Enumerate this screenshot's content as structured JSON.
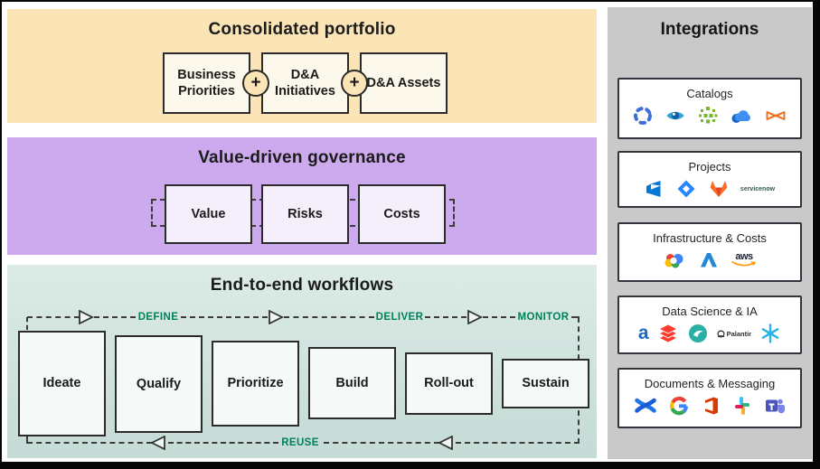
{
  "portfolio": {
    "title": "Consolidated portfolio",
    "plus": "+",
    "boxes": [
      "Business Priorities",
      "D&A Initiatives",
      "D&A Assets"
    ]
  },
  "governance": {
    "title": "Value-driven governance",
    "boxes": [
      "Value",
      "Risks",
      "Costs"
    ]
  },
  "workflows": {
    "title": "End-to-end workflows",
    "phases": [
      "DEFINE",
      "DELIVER",
      "MONITOR"
    ],
    "reuse": "REUSE",
    "stages": [
      "Ideate",
      "Qualify",
      "Prioritize",
      "Build",
      "Roll-out",
      "Sustain"
    ]
  },
  "integrations": {
    "title": "Integrations",
    "cards": [
      {
        "title": "Catalogs",
        "icons": [
          {
            "name": "collibra-icon"
          },
          {
            "name": "data-eye-icon"
          },
          {
            "name": "green-grid-icon"
          },
          {
            "name": "blue-cloud-icon"
          },
          {
            "name": "orange-bowtie-icon"
          }
        ]
      },
      {
        "title": "Projects",
        "icons": [
          {
            "name": "azure-devops-icon"
          },
          {
            "name": "jira-icon"
          },
          {
            "name": "gitlab-icon"
          },
          {
            "name": "servicenow-icon",
            "label": "servicenow"
          }
        ]
      },
      {
        "title": "Infrastructure & Costs",
        "icons": [
          {
            "name": "google-cloud-icon"
          },
          {
            "name": "azure-icon"
          },
          {
            "name": "aws-icon",
            "label": "aws"
          }
        ]
      },
      {
        "title": "Data Science & IA",
        "icons": [
          {
            "name": "alation-icon",
            "label": "a"
          },
          {
            "name": "databricks-icon"
          },
          {
            "name": "dataiku-icon"
          },
          {
            "name": "palantir-icon",
            "label": "Palantir"
          },
          {
            "name": "snowflake-icon"
          }
        ]
      },
      {
        "title": "Documents & Messaging",
        "icons": [
          {
            "name": "confluence-icon"
          },
          {
            "name": "google-icon"
          },
          {
            "name": "office-icon"
          },
          {
            "name": "slack-icon"
          },
          {
            "name": "ms-teams-icon"
          }
        ]
      }
    ]
  },
  "colors": {
    "portfolio_band": "#fbe5b6",
    "governance_band": "#cdaaee",
    "workflows_band": "#d3e4df",
    "box_cream": "#fdf8ec",
    "box_lavender": "#f5eefb",
    "box_white": "#f5f9f7",
    "phase_green": "#00815a",
    "sidebar_gray": "#c9c9c9",
    "stroke_dark": "#2b2b2b"
  }
}
